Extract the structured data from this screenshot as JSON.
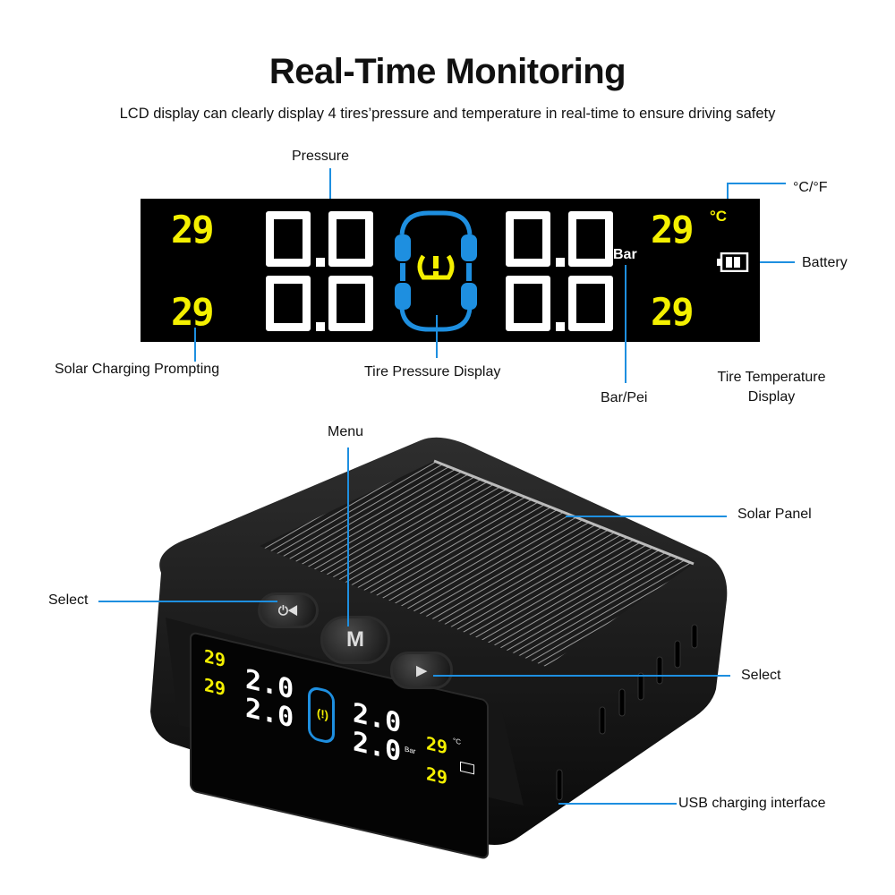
{
  "header": {
    "title": "Real-Time Monitoring",
    "subtitle": "LCD display can clearly display 4 tires’pressure and temperature in real-time to ensure driving safety"
  },
  "lcd_diagram": {
    "temps_left": [
      "29",
      "29"
    ],
    "temps_right": [
      "29",
      "29"
    ],
    "pressures_left": [
      "0.0",
      "0.0"
    ],
    "pressures_right": [
      "0.0",
      "0.0"
    ],
    "unit_pressure": "Bar",
    "unit_temp": "°C",
    "tire_icon": "tpms-warning-icon",
    "battery_icon": "battery-icon",
    "colors": {
      "background": "#000000",
      "temp": "#f4f000",
      "pressure": "#ffffff",
      "car_outline": "#1e8fe0",
      "callout_line": "#1e8fe0"
    }
  },
  "callouts_top": {
    "pressure": "Pressure",
    "temp_unit": "°C/°F",
    "battery": "Battery",
    "solar_charging": "Solar Charging Prompting",
    "tire_pressure_display": "Tire Pressure Display",
    "bar_pei": "Bar/Pei",
    "tire_temp_line1": "Tire Temperature",
    "tire_temp_line2": "Display"
  },
  "callouts_device": {
    "menu": "Menu",
    "solar_panel": "Solar Panel",
    "select_left": "Select",
    "select_right": "Select",
    "usb": "USB charging interface"
  },
  "device": {
    "buttons": {
      "left": "⏻◀",
      "menu": "M",
      "right": "▶"
    },
    "screen": {
      "temps_left": [
        "29",
        "29"
      ],
      "pressures_left": [
        "2.0",
        "2.0"
      ],
      "pressures_right": [
        "2.0",
        "2.0"
      ],
      "temps_right": [
        "29",
        "29"
      ],
      "unit_pressure": "Bar",
      "unit_temp": "°C"
    }
  }
}
